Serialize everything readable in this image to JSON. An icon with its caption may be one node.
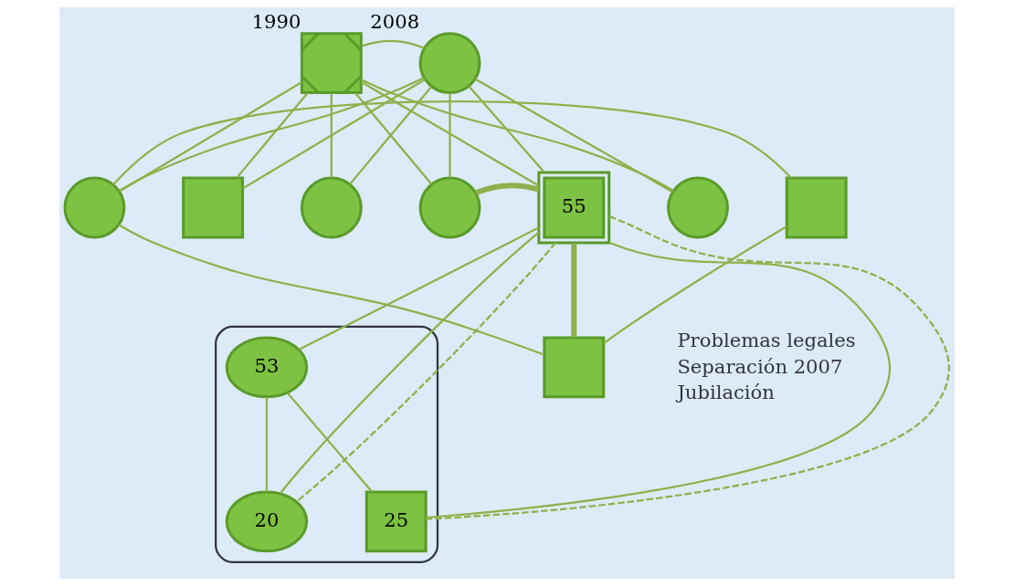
{
  "diagram": {
    "nodes": [
      {
        "text": [],
        "shape": "box",
        "beside": [
          "1990"
        ]
      },
      {
        "text": [],
        "shape": "circle",
        "beside": [
          "2008"
        ]
      },
      {
        "text": [],
        "shape": "circle"
      },
      {
        "text": [],
        "shape": "box"
      },
      {
        "text": [],
        "shape": "circle"
      },
      {
        "text": [],
        "shape": "circle"
      },
      {
        "text": [],
        "shape": "circle"
      },
      {
        "text": [],
        "shape": "box"
      },
      {
        "text": [
          "55"
        ]
      },
      {
        "text": [],
        "shape": "loop"
      },
      {
        "text": [
          "53"
        ],
        "in": 9
      },
      {
        "text": [],
        "shape": "box"
      },
      {
        "text": [
          "25"
        ],
        "in": 9
      },
      {
        "text": [
          "20"
        ],
        "in": 9
      }
    ],
    "edges": [
      {
        "from": 0,
        "to": 1,
        "arrow": "none"
      },
      {
        "from": 0,
        "to": 2,
        "arrow": "none"
      },
      {
        "from": 0,
        "to": 3,
        "arrow": "none"
      },
      {
        "from": 0,
        "to": 4,
        "arrow": "none"
      },
      {
        "from": 0,
        "to": 5,
        "arrow": "none"
      },
      {
        "from": 0,
        "to": 8,
        "arrow": "none"
      },
      {
        "from": 0,
        "to": 6,
        "arrow": "none"
      },
      {
        "from": 1,
        "to": 2,
        "arrow": "none"
      },
      {
        "from": 1,
        "to": 3,
        "arrow": "none"
      },
      {
        "from": 1,
        "to": 4,
        "arrow": "none"
      },
      {
        "from": 1,
        "to": 5,
        "arrow": "none"
      },
      {
        "from": 1,
        "to": 8,
        "arrow": "none"
      },
      {
        "from": 1,
        "to": 6,
        "arrow": "none"
      },
      {
        "from": 2,
        "to": 7,
        "arrow": "none"
      },
      {
        "from": 2,
        "to": 11,
        "arrow": "none"
      },
      {
        "from": 7,
        "to": 11,
        "arrow": "none"
      },
      {
        "from": 5,
        "to": 8,
        "arrow": "none",
        "style": "thick"
      },
      {
        "from": 11,
        "to": 8,
        "arrow": "none",
        "style": "thick"
      },
      {
        "from": 8,
        "to": 10,
        "arrow": "none"
      },
      {
        "from": 8,
        "to": 12,
        "arrow": "none"
      },
      {
        "from": 8,
        "to": 13,
        "arrow": "none"
      },
      {
        "from": 10,
        "to": 12,
        "arrow": "none"
      },
      {
        "from": 10,
        "to": 13,
        "arrow": "none"
      },
      {
        "from": 8,
        "to": 12,
        "arrow": "none",
        "style": "dashed"
      },
      {
        "from": 8,
        "to": 13,
        "arrow": "none",
        "style": "dashed"
      }
    ],
    "labels": [
      "Problemas legales",
      "Separación 2007",
      "Jubilación"
    ]
  }
}
